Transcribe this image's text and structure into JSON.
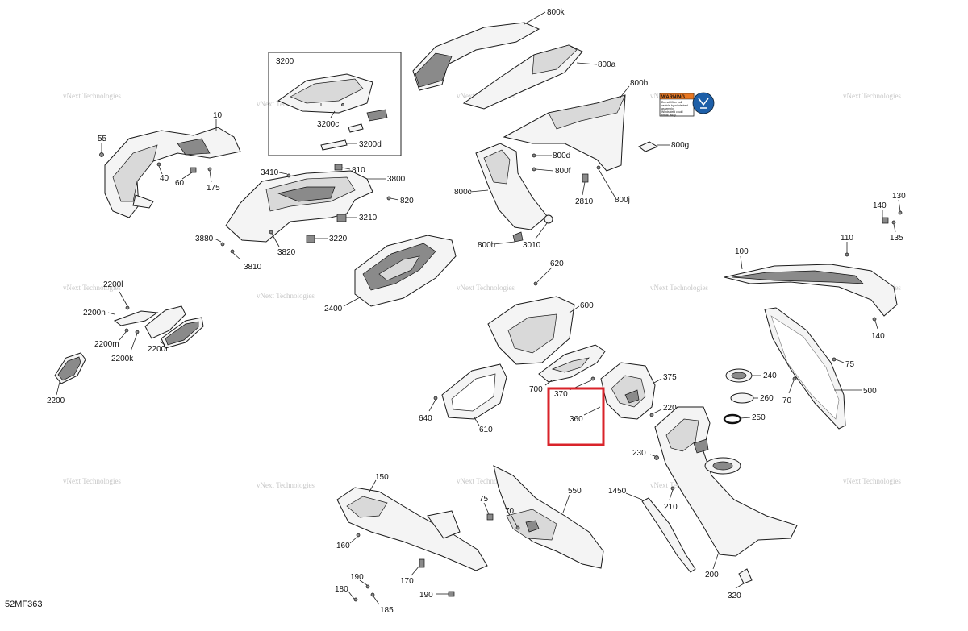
{
  "drawing_code": "52MF363",
  "watermark_text": "vNext Technologies",
  "warning_label": {
    "heading": "WARNING",
    "lines": [
      "Do not lift or pull",
      "vehicle by windshield",
      "assembly.",
      "Windshield could",
      "break away."
    ]
  },
  "highlight_color": "#d9232a",
  "highlighted_part": "360",
  "parts": {
    "p800k": "800k",
    "p800a": "800a",
    "p800b": "800b",
    "p800c": "800c",
    "p800d": "800d",
    "p800f": "800f",
    "p800g": "800g",
    "p800h": "800h",
    "p800j": "800j",
    "p2810": "2810",
    "p3010": "3010",
    "p3200": "3200",
    "p3200c": "3200c",
    "p3200d": "3200d",
    "p10": "10",
    "p55": "55",
    "p40": "40",
    "p60": "60",
    "p175": "175",
    "p3410": "3410",
    "p810": "810",
    "p3800": "3800",
    "p820": "820",
    "p3210": "3210",
    "p3220": "3220",
    "p3880": "3880",
    "p3820": "3820",
    "p3810": "3810",
    "p2400": "2400",
    "p2200l": "2200l",
    "p2200n": "2200n",
    "p2200m": "2200m",
    "p2200k": "2200k",
    "p2200r": "2200r",
    "p2200": "2200",
    "p620": "620",
    "p600": "600",
    "p700": "700",
    "p370": "370",
    "p375": "375",
    "p360": "360",
    "p220": "220",
    "p640": "640",
    "p610": "610",
    "p100": "100",
    "p110": "110",
    "p130": "130",
    "p140a": "140",
    "p135": "135",
    "p140b": "140",
    "p75a": "75",
    "p500": "500",
    "p70a": "70",
    "p240": "240",
    "p260": "260",
    "p250": "250",
    "p230": "230",
    "p1450": "1450",
    "p210": "210",
    "p200": "200",
    "p320": "320",
    "p150": "150",
    "p160": "160",
    "p170": "170",
    "p190a": "190",
    "p180": "180",
    "p185": "185",
    "p190b": "190",
    "p550": "550",
    "p75b": "75",
    "p70b": "70"
  }
}
